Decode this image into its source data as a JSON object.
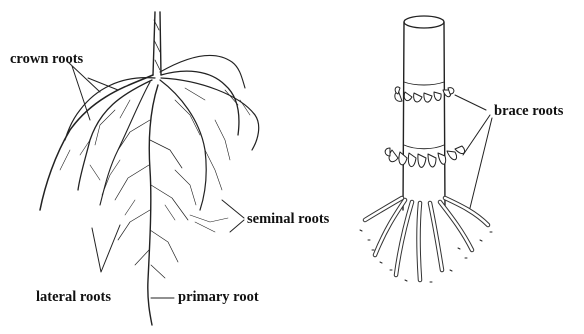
{
  "diagram": {
    "labels": {
      "crown_roots": "crown roots",
      "seminal_roots": "seminal roots",
      "lateral_roots": "lateral roots",
      "primary_root": "primary root",
      "brace_roots": "brace roots"
    }
  }
}
